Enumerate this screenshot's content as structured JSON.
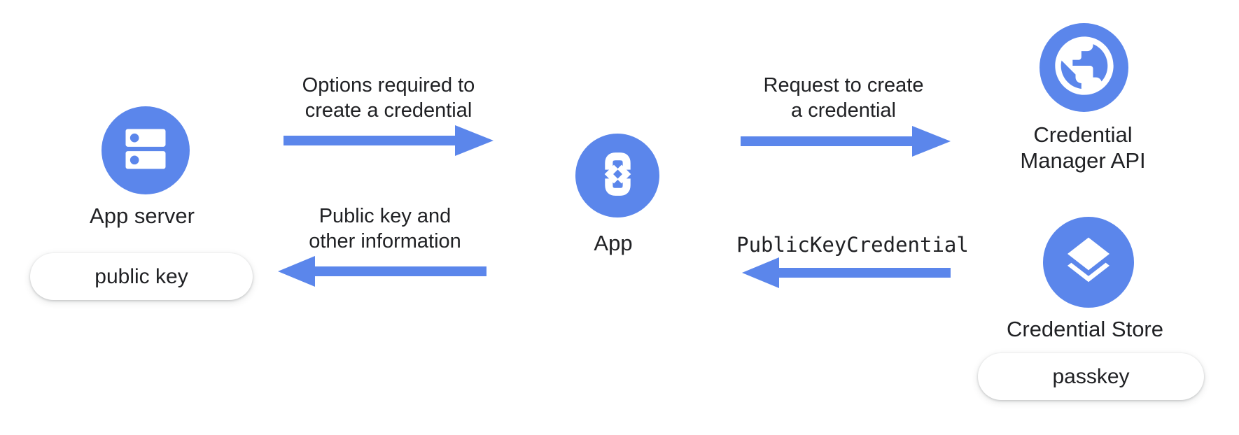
{
  "diagram": {
    "title_implicit": "Passkey creation flow",
    "colors": {
      "accent_blue": "#5b86eb",
      "icon_foreground": "#ffffff",
      "text": "#202124",
      "background": "#ffffff",
      "pill_background": "#ffffff"
    },
    "nodes": {
      "app_server": {
        "label": "App server",
        "icon": "server-icon"
      },
      "app": {
        "label": "App",
        "icon": "phone-code-icon"
      },
      "credential_manager_api": {
        "label_line1": "Credential",
        "label_line2": "Manager API",
        "icon": "globe-icon"
      },
      "credential_store": {
        "label": "Credential Store",
        "icon": "layers-icon"
      }
    },
    "pills": {
      "public_key": {
        "label": "public key"
      },
      "passkey": {
        "label": "passkey"
      }
    },
    "arrows": {
      "options": {
        "label_line1": "Options required to",
        "label_line2": "create a credential",
        "direction": "right",
        "from": "App server",
        "to": "App"
      },
      "public_key_info": {
        "label_line1": "Public key and",
        "label_line2": "other information",
        "direction": "left",
        "from": "App",
        "to": "App server"
      },
      "request": {
        "label_line1": "Request to create",
        "label_line2": "a credential",
        "direction": "right",
        "from": "App",
        "to": "Credential Manager API"
      },
      "public_key_credential": {
        "label": "PublicKeyCredential",
        "direction": "left",
        "from": "Credential Store",
        "to": "App"
      }
    }
  }
}
